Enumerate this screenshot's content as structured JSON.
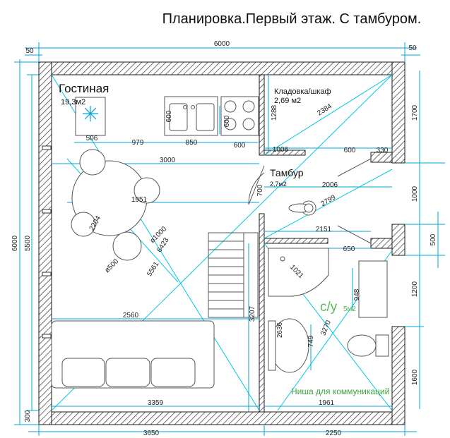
{
  "title": "Планировка.Первый этаж. С тамбуром.",
  "rooms": {
    "living": {
      "name": "Гостиная",
      "area": "19,3м2"
    },
    "storage": {
      "name": "Кладовка/шкаф",
      "area": "2,69 м2"
    },
    "vestibule": {
      "name": "Тамбур",
      "area": "2,7м2"
    },
    "bathroom": {
      "name": "с/у",
      "area": "5м2"
    },
    "niche": {
      "name": "Ниша для коммуникаций"
    }
  },
  "dims": {
    "top_total": "6000",
    "top_left_small": "50",
    "top_right_small": "50",
    "left_total": "6000",
    "left_inner": "5500",
    "left_bottom_small": "300",
    "right_1": "1700",
    "right_2": "1000",
    "right_3": "500",
    "right_4": "1200",
    "right_5": "1600",
    "bottom_left": "3650",
    "bottom_right": "2250",
    "d_506": "506",
    "d_979": "979",
    "d_850": "850",
    "d_600_counter": "600",
    "d_600_sink": "600",
    "d_600_stove": "600",
    "d_3000": "3000",
    "d_1288": "1288",
    "d_2384": "2384",
    "d_1006": "1006",
    "d_600_store": "600",
    "d_330": "330",
    "d_700": "700",
    "d_2006": "2006",
    "d_2799": "2799",
    "d_2151": "2151",
    "d_650": "650",
    "d_1951": "1951",
    "d_2204": "2204",
    "d_1000": "ø1000",
    "d_6423": "6423",
    "d_500": "ø500",
    "d_5561": "5561",
    "d_1021": "1021",
    "d_948": "948",
    "d_3207": "3207",
    "d_3270": "3270",
    "d_2636": "2636",
    "d_749": "749",
    "d_2560": "2560",
    "d_3359": "3359",
    "d_1961": "1961"
  },
  "colors": {
    "wall_outline": "#1a1a1a",
    "dimension_line": "#00a5d6",
    "diagonal": "#00c8e0",
    "furniture": "#555555",
    "niche_text": "#3aa63a",
    "bath_label": "#5cb85c"
  }
}
